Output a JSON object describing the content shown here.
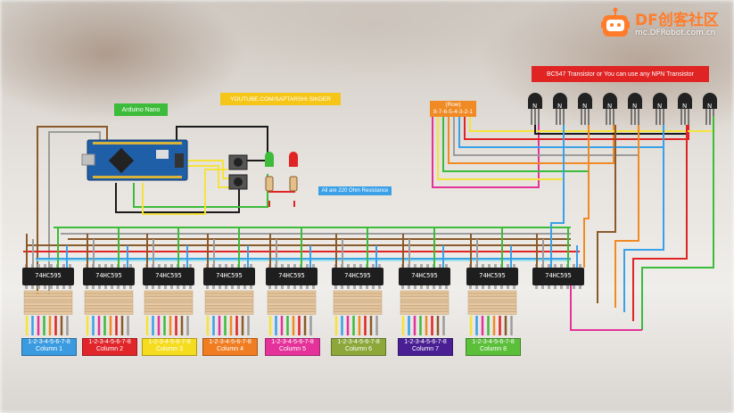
{
  "brand": {
    "name": "DF创客社区",
    "url": "mc.DFRobot.com.cn",
    "accent": "#ff7d2a",
    "icon": "robot-head-icon"
  },
  "labels": {
    "arduino": "Arduino Nano",
    "youtube": "YOUTUBE.COM/SAPTARSHI SIKDER",
    "transistor_note": "BC547 Transistor or You can use any NPN Transistor",
    "resistor_note": "All are 220 Ohm Resistance",
    "row_header": "(Row)",
    "row_order": "8-7-6-5-4-3-2-1"
  },
  "chip_part": "74HC595",
  "columns": [
    {
      "nums": "1-2-3-4-5-6-7-8",
      "name": "Column 1",
      "color": "#3a9be0"
    },
    {
      "nums": "1-2-3-4-5-6-7-8",
      "name": "Column 2",
      "color": "#e0262b"
    },
    {
      "nums": "1-2-3-4-5-6-7-8",
      "name": "Column 3",
      "color": "#f5dc1e"
    },
    {
      "nums": "1-2-3-4-5-6-7-8",
      "name": "Column 4",
      "color": "#f07d22"
    },
    {
      "nums": "1-2-3-4-5-6-7-8",
      "name": "Column 5",
      "color": "#e5329a"
    },
    {
      "nums": "1-2-3-4-5-6-7-8",
      "name": "Column 6",
      "color": "#8ca83a"
    },
    {
      "nums": "1-2-3-4-5-6-7-8",
      "name": "Column 7",
      "color": "#4a1f94"
    },
    {
      "nums": "1-2-3-4-5-6-7-8",
      "name": "Column 8",
      "color": "#5bbf3a"
    }
  ],
  "colors": {
    "label_green": "#3dbb3a",
    "label_yellow": "#f5c518",
    "label_red": "#e02424",
    "label_blue": "#3aa0e8",
    "label_orange": "#f08a24",
    "chip_body": "#1e1e1e",
    "board_blue": "#1f5fa8"
  },
  "wire_palette": [
    "#f5e33b",
    "#3aa0e8",
    "#e5329a",
    "#3dbb3a",
    "#f08a24",
    "#e02424",
    "#8a5a2b",
    "#9c9c9c"
  ]
}
